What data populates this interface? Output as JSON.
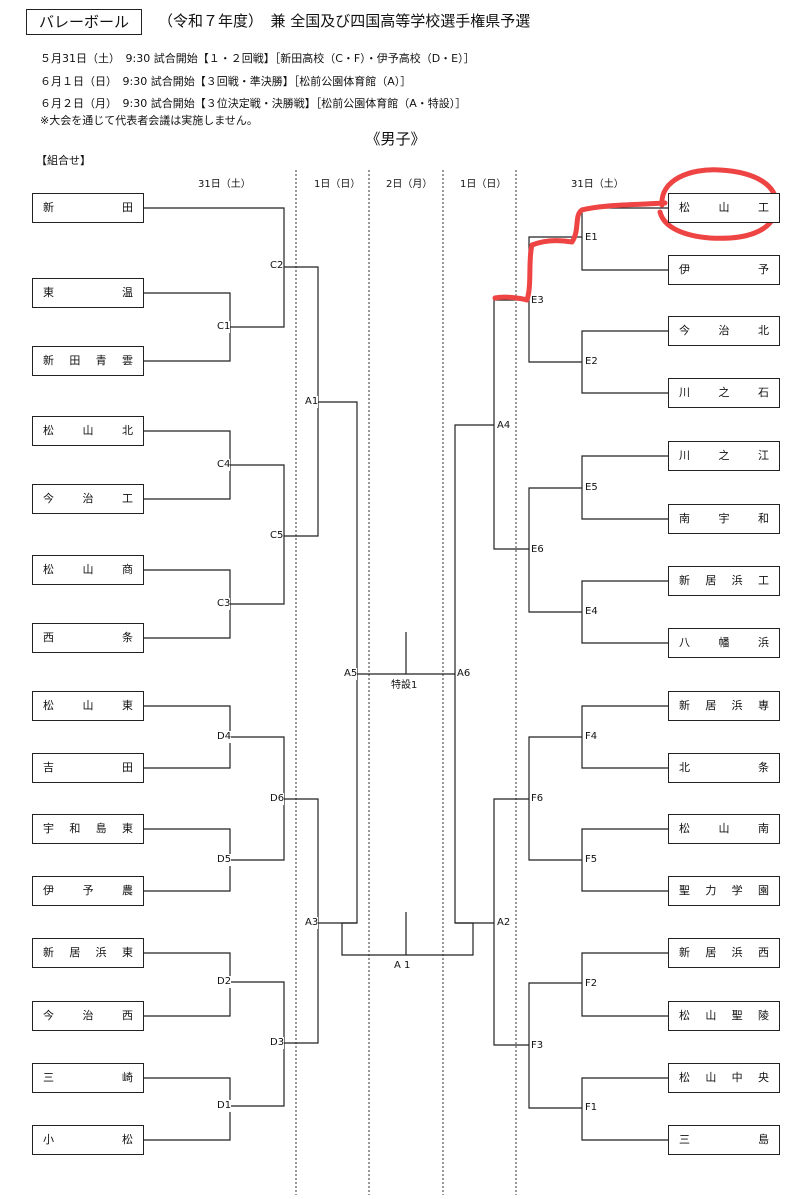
{
  "header": {
    "event": "バレーボール",
    "subtitle": "（令和７年度）　兼 全国及び四国高等学校選手権県予選"
  },
  "schedule": [
    "５月31日（土）　9:30 試合開始【１・２回戦】［新田高校（C・F）・伊予高校（D・E）］",
    "６月１日（日）　9:30 試合開始【３回戦・準決勝】［松前公園体育館（A）］",
    "６月２日（月）　9:30 試合開始【３位決定戦・決勝戦】［松前公園体育館（A・特設）］",
    "※大会を通じて代表者会議は実施しません。"
  ],
  "division": "《男子》",
  "section_label": "【組合せ】",
  "days": {
    "left_d31": "31日（土）",
    "left_d1": "1日（日）",
    "center_d2": "2日（月）",
    "right_d1": "1日（日）",
    "right_d31": "31日（土）"
  },
  "left_teams": [
    "新　田",
    "東　温",
    "新 田 青 雲",
    "松 山 北",
    "今 治 工",
    "松 山 商",
    "西　条",
    "松 山 東",
    "吉　田",
    "宇 和 島 東",
    "伊 予 農",
    "新 居 浜 東",
    "今 治 西",
    "三　崎",
    "小　松"
  ],
  "right_teams": [
    "松 山 工",
    "伊　予",
    "今 治 北",
    "川 之 石",
    "川 之 江",
    "南 宇 和",
    "新 居 浜 工",
    "八 幡 浜",
    "新 居 浜 専",
    "北　条",
    "松 山 南",
    "聖 力 学 園",
    "新 居 浜 西",
    "松 山 聖 陵",
    "松 山 中 央",
    "三　島"
  ],
  "matches": {
    "C1": "C1",
    "C2": "C2",
    "C3": "C3",
    "C4": "C4",
    "C5": "C5",
    "D1": "D1",
    "D2": "D2",
    "D3": "D3",
    "D4": "D4",
    "D5": "D5",
    "D6": "D6",
    "E1": "E1",
    "E2": "E2",
    "E3": "E3",
    "E4": "E4",
    "E5": "E5",
    "E6": "E6",
    "F1": "F1",
    "F2": "F2",
    "F3": "F3",
    "F4": "F4",
    "F5": "F5",
    "F6": "F6",
    "A1": "A1",
    "A2": "A2",
    "A3": "A3",
    "A4": "A4",
    "A5": "A5",
    "A6": "A6"
  },
  "special_court": "特設1",
  "final_label": "A 1",
  "annotation_color": "#ee4444"
}
